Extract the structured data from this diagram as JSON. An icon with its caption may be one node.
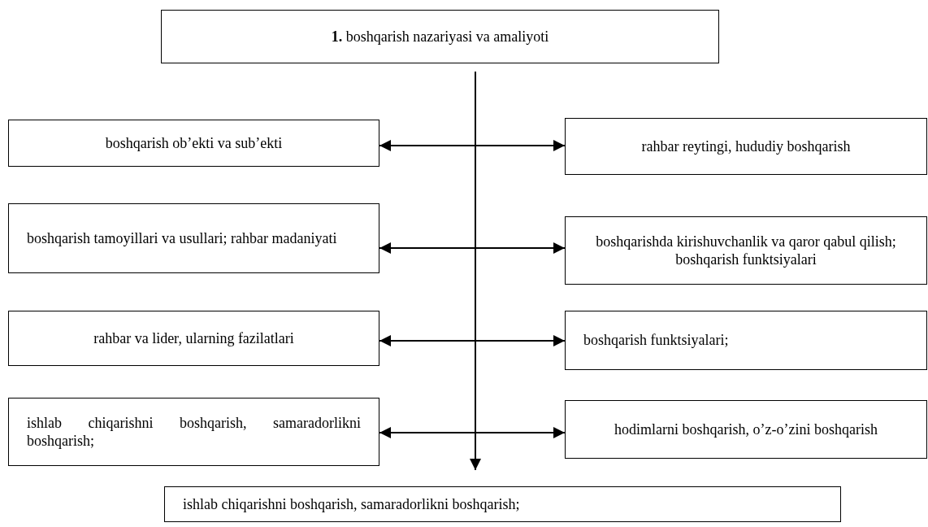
{
  "diagram": {
    "nodes": [
      {
        "text": [
          "**1.** boshqarish nazariyasi va amaliyoti"
        ]
      },
      {
        "text": [
          "boshqarish ob’ekti va sub’ekti"
        ]
      },
      {
        "text": [
          "rahbar reytingi, hududiy boshqarish"
        ]
      },
      {
        "text": [
          "boshqarish tamoyillari va usullari; rahbar madaniyati"
        ]
      },
      {
        "text": [
          "boshqarishda kirishuvchanlik va qaror qabul qilish; boshqarish funktsiyalari"
        ]
      },
      {
        "text": [
          "rahbar va lider, ularning fazilatlari"
        ]
      },
      {
        "text": [
          "boshqarish funktsiyalari;"
        ]
      },
      {
        "text": [
          "ishlab chiqarishni boshqarish, samaradorlikni boshqarish;"
        ]
      },
      {
        "text": [
          "hodimlarni boshqarish, o’z-o’zini boshqarish"
        ]
      },
      {
        "text": [
          "ishlab chiqarishni boshqarish, samaradorlikni boshqarish;"
        ]
      }
    ],
    "edges": [
      {
        "from": 0,
        "to": 9,
        "arrow": "to"
      },
      {
        "from": 1,
        "to": 2,
        "arrow": "both"
      },
      {
        "from": 3,
        "to": 4,
        "arrow": "both"
      },
      {
        "from": 5,
        "to": 6,
        "arrow": "both"
      },
      {
        "from": 7,
        "to": 8,
        "arrow": "both"
      }
    ]
  }
}
